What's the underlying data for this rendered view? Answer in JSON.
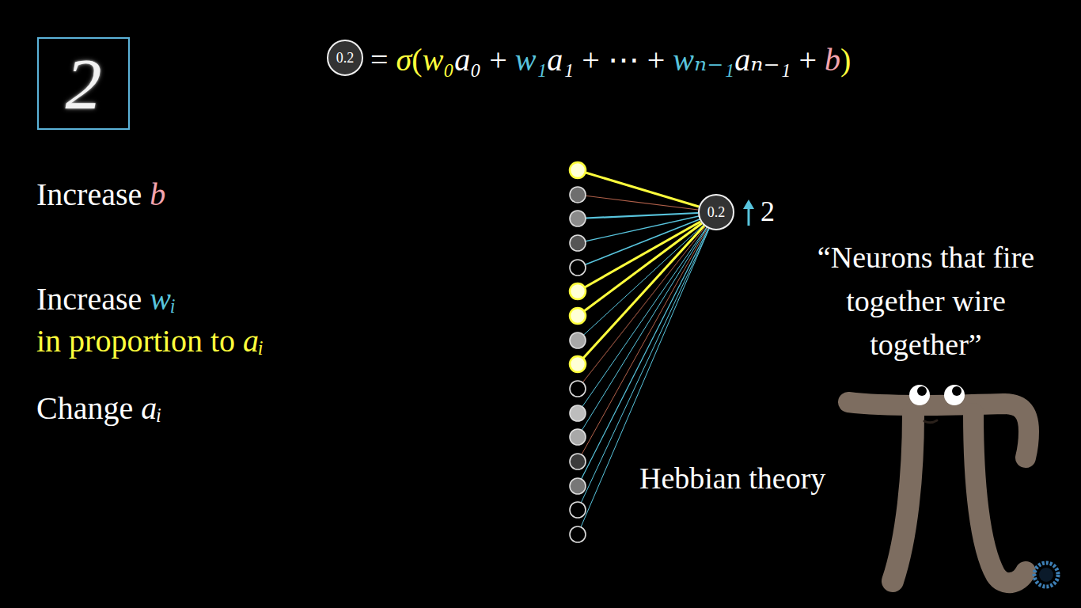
{
  "diagram": {
    "nodes": [
      {
        "text": [
          "2"
        ]
      },
      {
        "text": [
          "0.2"
        ]
      },
      {
        "text": [
          "0.2"
        ]
      }
    ],
    "labels": [
      "= σ(w₀a₀ + w₁a₁ + ⋯ + wₙ₋₁aₙ₋₁ + b)",
      "Increase b",
      "Increase wᵢ",
      "in proportion to aᵢ",
      "Change aᵢ",
      "2",
      "“Neurons that fire together wire together”",
      "Hebbian theory"
    ]
  }
}
